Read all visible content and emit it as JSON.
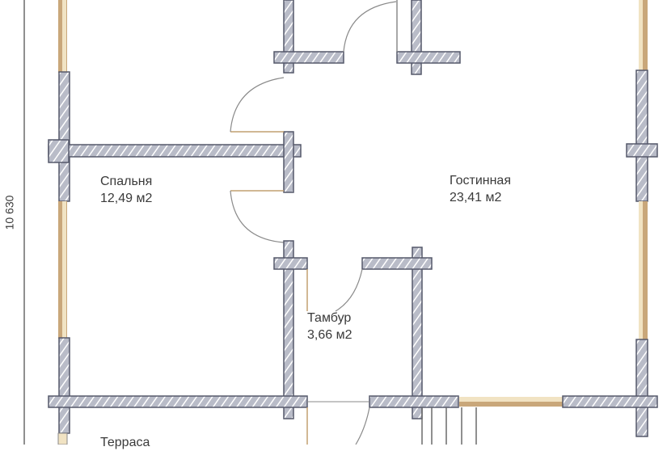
{
  "plan": {
    "type": "floor-plan",
    "colors": {
      "background": "#ffffff",
      "wall_fill": "#b9bcc8",
      "wall_hatch": "#ffffff",
      "wall_outline": "#55586a",
      "window_tan": "#c9a77a",
      "window_light": "#f1e3c3",
      "door_line": "#8a8a8a",
      "text": "#3a3a3a"
    },
    "dimensions": {
      "height_label": "10 630"
    },
    "rooms": [
      {
        "id": "bedroom",
        "name": "Спальня",
        "area": "12,49 м2"
      },
      {
        "id": "living-room",
        "name": "Гостинная",
        "area": "23,41 м2"
      },
      {
        "id": "vestibule",
        "name": "Тамбур",
        "area": "3,66 м2"
      },
      {
        "id": "terrace",
        "name": "Терраса",
        "area": ""
      }
    ]
  }
}
